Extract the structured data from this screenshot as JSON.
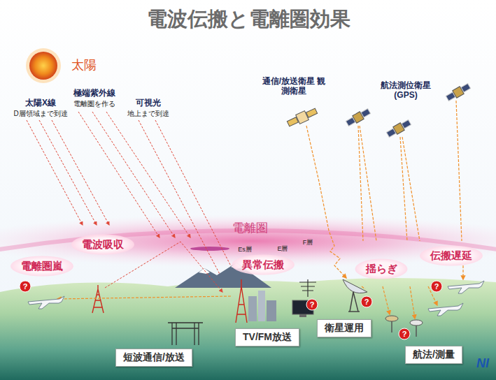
{
  "diagram": {
    "title": "電波伝搬と電離圏効果",
    "nodes": [
      {
        "text": [
          "電波吸収"
        ]
      },
      {
        "text": [
          "伝搬遅延"
        ]
      },
      {
        "text": [
          "電離圏嵐"
        ]
      },
      {
        "text": [
          "異常伝搬"
        ]
      },
      {
        "text": [
          "揺らぎ"
        ]
      },
      {
        "text": [
          "短波通信/放送"
        ]
      },
      {
        "text": [
          "TV/FM放送"
        ]
      },
      {
        "text": [
          "衛星運用"
        ]
      },
      {
        "text": [
          "航法/測量"
        ]
      }
    ],
    "labels": [
      "太陽",
      "太陽X線",
      "D層領域まで到達",
      "極端紫外線",
      "電離圏を作る",
      "可視光",
      "地上まで到達",
      "通信/放送衛星 観測衛星",
      "航法測位衛星 (GPS)",
      "電離圏",
      "Es層",
      "E層",
      "F層",
      "?",
      "?",
      "?",
      "?",
      "?",
      "NI"
    ]
  }
}
